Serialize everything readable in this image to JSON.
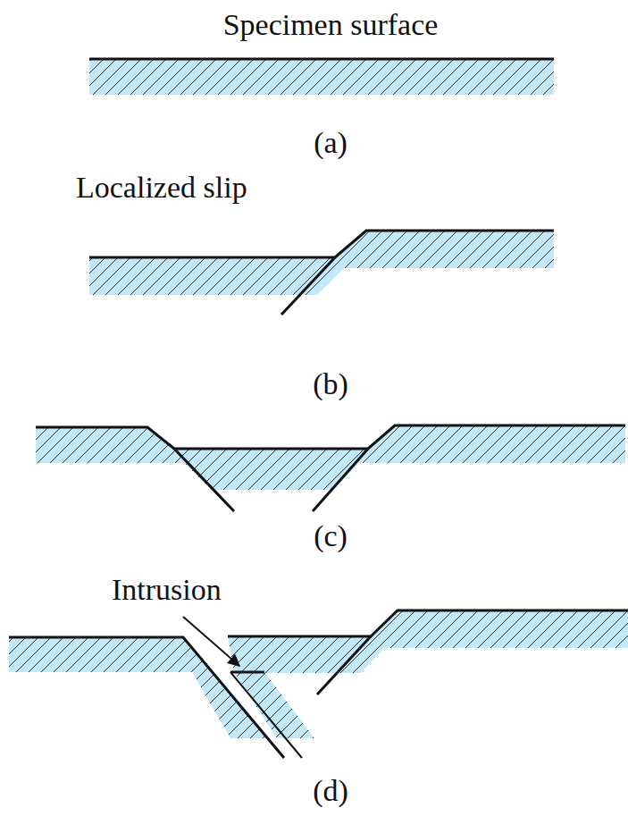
{
  "diagram": {
    "labels": [
      "Specimen surface",
      "(a)",
      "Localized slip",
      "(b)",
      "(c)",
      "Intrusion",
      "(d)"
    ]
  }
}
